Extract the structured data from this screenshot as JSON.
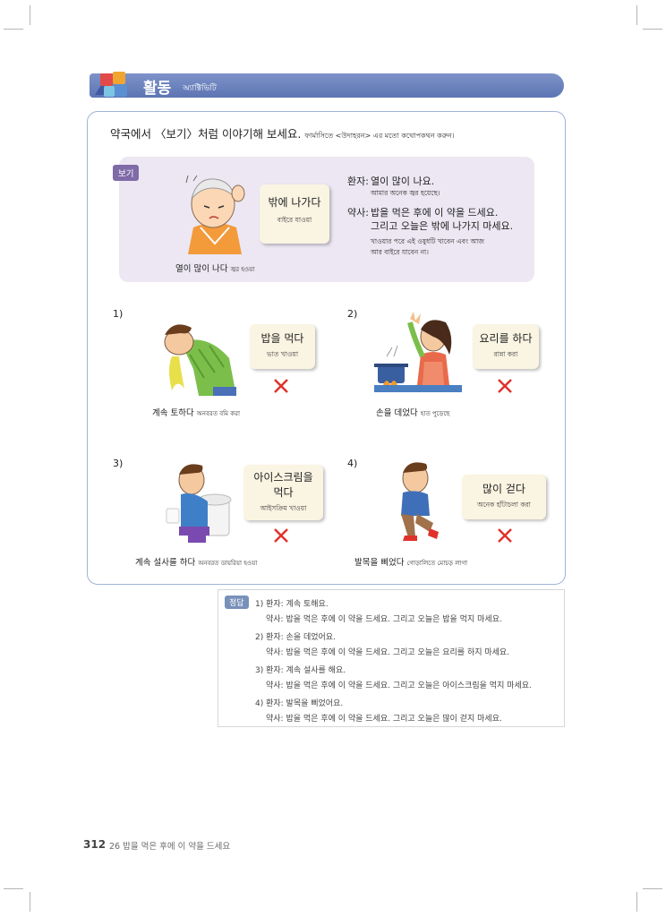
{
  "header": {
    "title": "활동",
    "subtitle": "অ্যাক্টিভিটি"
  },
  "instruction": {
    "ko": "약국에서 〈보기〉처럼 이야기해 보세요.",
    "bn": "ফার্মাসিতে <উদাহরন> এর মতো কথোপকথন করুন।"
  },
  "example": {
    "tag": "보기",
    "card_ko": "밖에 나가다",
    "card_bn": "বাইরে যাওয়া",
    "caption_ko": "열이 많이 나다",
    "caption_bn": "জ্বর হওয়া",
    "dialogue": {
      "patient_label": "환자:",
      "patient_ko": "열이 많이 나요.",
      "patient_bn": "আমার অনেক জ্বর হয়েছে।",
      "pharm_label": "약사:",
      "pharm_ko_1": "밥을 먹은 후에 이 약을 드세요.",
      "pharm_ko_2": "그리고 오늘은 밖에 나가지 마세요.",
      "pharm_bn_1": "খাওয়ার পরে এই ওষুধটি খাবেন এবং আজ",
      "pharm_bn_2": "আর বাইরে যাবেন না।"
    }
  },
  "items": [
    {
      "num": "1)",
      "card_ko": "밥을 먹다",
      "card_bn": "ভাত খাওয়া",
      "caption_ko": "계속 토하다",
      "caption_bn": "অনবরত বমি করা"
    },
    {
      "num": "2)",
      "card_ko": "요리를 하다",
      "card_bn": "রান্না করা",
      "caption_ko": "손을 데었다",
      "caption_bn": "হাত পুড়েছে"
    },
    {
      "num": "3)",
      "card_ko_1": "아이스크림을",
      "card_ko_2": "먹다",
      "card_bn": "আইসক্রিম খাওয়া",
      "caption_ko": "계속 설사를 하다",
      "caption_bn": "অনবরত ডায়রিয়া হওয়া"
    },
    {
      "num": "4)",
      "card_ko": "많이 걷다",
      "card_bn": "অনেক হাঁটাচলা করা",
      "caption_ko": "발목을 삐었다",
      "caption_bn": "গোড়ালিতে মোচড় লাগা"
    }
  ],
  "answers": {
    "tag": "정답",
    "lines": [
      "1) 환자: 계속 토해요.",
      "약사: 밥을 먹은 후에 이 약을 드세요. 그리고 오늘은 밥을 먹지 마세요.",
      "2) 환자: 손을 데었어요.",
      "약사: 밥을 먹은 후에 이 약을 드세요. 그리고 오늘은 요리를 하지 마세요.",
      "3) 환자: 계속 설사를 해요.",
      "약사: 밥을 먹은 후에 이 약을 드세요. 그리고 오늘은 아이스크림을 먹지 마세요.",
      "4) 환자: 발목을 삐었어요.",
      "약사: 밥을 먹은 후에 이 약을 드세요. 그리고 오늘은 많이 걷지 마세요."
    ]
  },
  "footer": {
    "page_number": "312",
    "lesson": "26 밥을 먹은 후에 이 약을 드세요"
  },
  "colors": {
    "header": "#6a80bd",
    "example_bg": "#ece7f3",
    "card_bg": "#faf4e2",
    "x_mark": "#e0322b"
  }
}
